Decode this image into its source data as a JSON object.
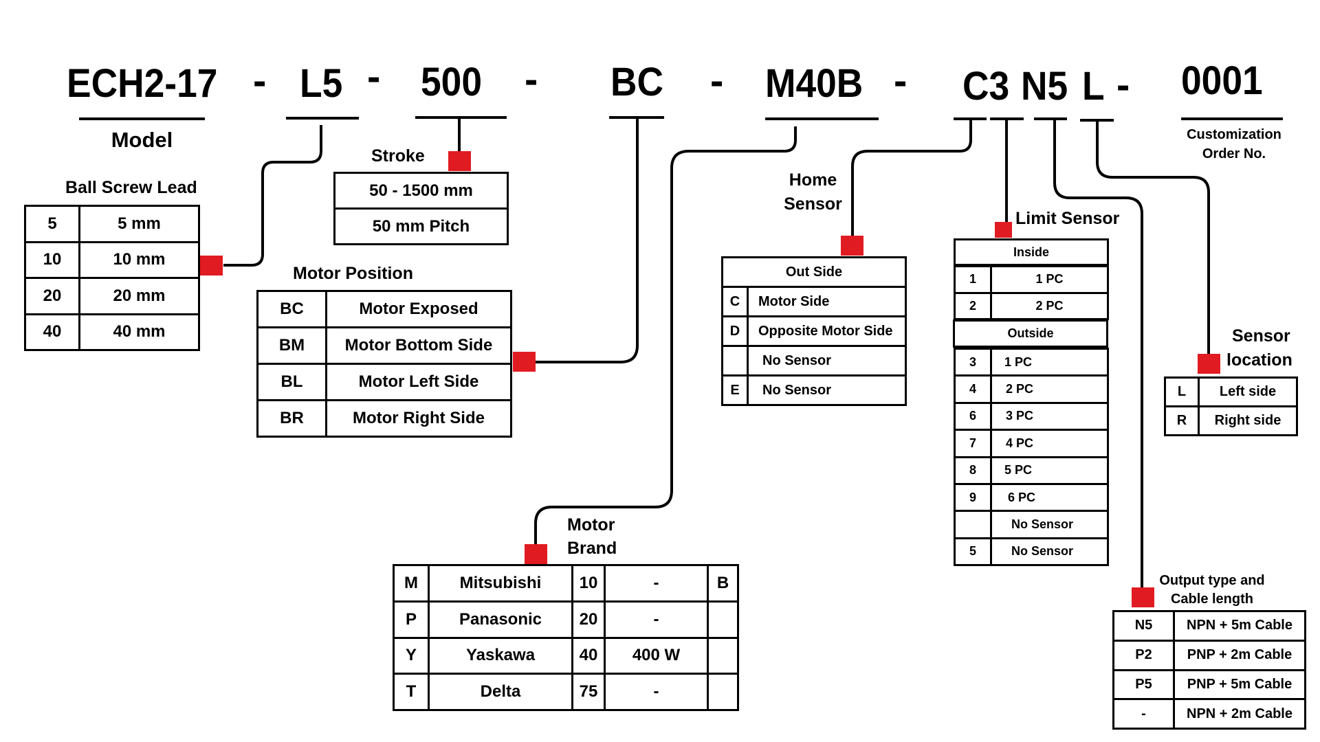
{
  "part_number": {
    "segments": [
      {
        "code": "ECH2-17",
        "label": "Model"
      },
      {
        "code": "L5"
      },
      {
        "code": "500"
      },
      {
        "code": "BC"
      },
      {
        "code": "M40B"
      },
      {
        "code": "C3"
      },
      {
        "code": "N5"
      },
      {
        "code": "L"
      },
      {
        "code": "0001",
        "label": "Customization Order No."
      }
    ],
    "separator": "-"
  },
  "ball_screw_lead": {
    "title": "Ball Screw Lead",
    "rows": [
      {
        "code": "5",
        "value": "5 mm"
      },
      {
        "code": "10",
        "value": "10 mm"
      },
      {
        "code": "20",
        "value": "20 mm"
      },
      {
        "code": "40",
        "value": "40 mm"
      }
    ]
  },
  "stroke": {
    "title": "Stroke",
    "rows": [
      "50 - 1500 mm",
      "50 mm Pitch"
    ]
  },
  "motor_position": {
    "title": "Motor Position",
    "rows": [
      {
        "code": "BC",
        "value": "Motor Exposed"
      },
      {
        "code": "BM",
        "value": "Motor Bottom Side"
      },
      {
        "code": "BL",
        "value": "Motor Left Side"
      },
      {
        "code": "BR",
        "value": "Motor Right Side"
      }
    ]
  },
  "motor_brand": {
    "title_line1": "Motor",
    "title_line2": "Brand",
    "rows": [
      {
        "code": "M",
        "brand": "Mitsubishi",
        "size": "10",
        "power": "-",
        "brake": "B"
      },
      {
        "code": "P",
        "brand": "Panasonic",
        "size": "20",
        "power": "-",
        "brake": ""
      },
      {
        "code": "Y",
        "brand": "Yaskawa",
        "size": "40",
        "power": "400 W",
        "brake": ""
      },
      {
        "code": "T",
        "brand": "Delta",
        "size": "75",
        "power": "-",
        "brake": ""
      }
    ]
  },
  "home_sensor": {
    "title_line1": "Home",
    "title_line2": "Sensor",
    "header": "Out Side",
    "rows": [
      {
        "code": "C",
        "value": "Motor Side"
      },
      {
        "code": "D",
        "value": "Opposite Motor Side"
      },
      {
        "code": "",
        "value": "No Sensor"
      },
      {
        "code": "E",
        "value": "No Sensor"
      }
    ]
  },
  "limit_sensor": {
    "title": "Limit Sensor",
    "inside_header": "Inside",
    "inside_rows": [
      {
        "code": "1",
        "value": "1 PC"
      },
      {
        "code": "2",
        "value": "2 PC"
      }
    ],
    "outside_header": "Outside",
    "outside_rows": [
      {
        "code": "3",
        "value": "1 PC"
      },
      {
        "code": "4",
        "value": "2 PC"
      },
      {
        "code": "6",
        "value": "3 PC"
      },
      {
        "code": "7",
        "value": "4 PC"
      },
      {
        "code": "8",
        "value": "5 PC"
      },
      {
        "code": "9",
        "value": "6 PC"
      },
      {
        "code": "",
        "value": "No Sensor"
      },
      {
        "code": "5",
        "value": "No Sensor"
      }
    ]
  },
  "sensor_location": {
    "title_line1": "Sensor",
    "title_line2": "location",
    "rows": [
      {
        "code": "L",
        "value": "Left side"
      },
      {
        "code": "R",
        "value": "Right side"
      }
    ]
  },
  "output_type": {
    "title_line1": "Output type and",
    "title_line2": "Cable length",
    "rows": [
      {
        "code": "N5",
        "value": "NPN + 5m Cable"
      },
      {
        "code": "P2",
        "value": "PNP + 2m Cable"
      },
      {
        "code": "P5",
        "value": "PNP + 5m Cable"
      },
      {
        "code": "-",
        "value": "NPN + 2m Cable"
      }
    ]
  },
  "colors": {
    "marker": "#e11b22",
    "line": "#000000",
    "background": "#ffffff"
  }
}
